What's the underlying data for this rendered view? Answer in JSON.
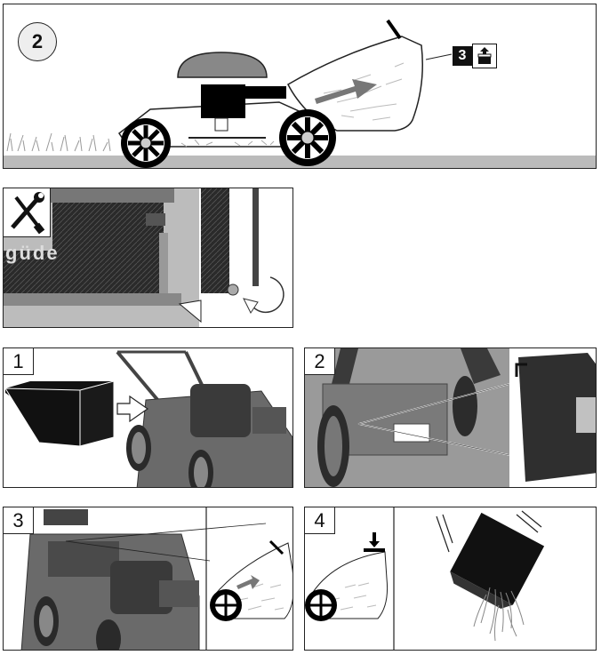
{
  "top_panel": {
    "step_number": "2",
    "reference": {
      "number": "3",
      "icon": "box-unpack-icon"
    }
  },
  "tool_panel": {
    "icon": "wrench-screwdriver-icon",
    "brand_text": "güde"
  },
  "steps": [
    {
      "number": "1"
    },
    {
      "number": "2"
    },
    {
      "number": "3"
    },
    {
      "number": "4"
    }
  ],
  "colors": {
    "mower_body": "#555555",
    "panel_border": "#222222",
    "ground": "#bbbbbb",
    "bag_black": "#111111",
    "arrow_grey": "#888888"
  }
}
